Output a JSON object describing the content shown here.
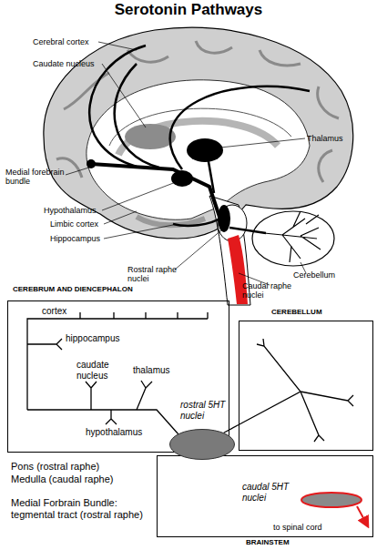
{
  "diagram": {
    "title": "Serotonin Pathways",
    "nodes": [
      {
        "text": [
          "CEREBRUM AND DIENCEPHALON"
        ]
      },
      {
        "text": [
          "CEREBELLUM"
        ]
      },
      {
        "text": [
          "BRAINSTEM"
        ]
      },
      {
        "text": [
          "rostral 5HT nuclei"
        ],
        "in": 2
      },
      {
        "text": [
          "caudal 5HT nuclei"
        ],
        "in": 2
      }
    ],
    "edges": [
      {
        "from": 3,
        "to": 1,
        "arrow": "none"
      }
    ],
    "labels": [
      "Cerebral cortex",
      "Caudate nucleus",
      "Thalamus",
      "Medial forebrain bundle",
      "Hypothalamus",
      "Limbic cortex",
      "Hippocampus",
      "Rostral raphe nuclei",
      "Cerebellum",
      "Caudal raphe nuclei",
      "cortex",
      "hippocampus",
      "caudate nucleus",
      "thalamus",
      "hypothalamus",
      "to spinal cord",
      "Pons (rostral raphe)",
      "Medulla (caudal raphe)",
      "Medial Forbrain Bundle: tegmental tract (rostral raphe)"
    ]
  }
}
